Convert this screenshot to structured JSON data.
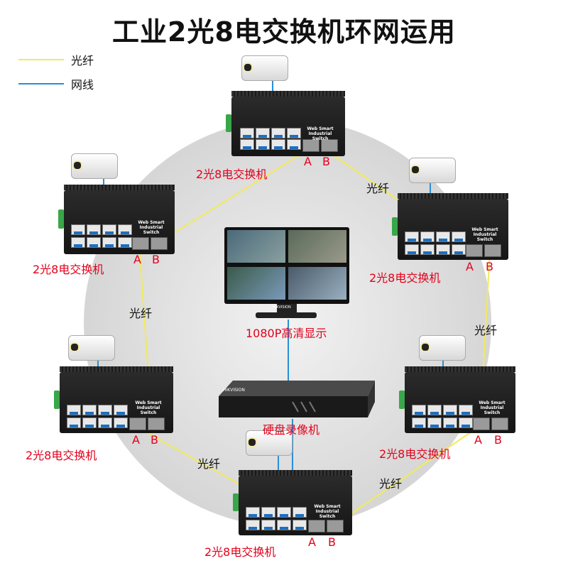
{
  "title": "工业2光8电交换机环网运用",
  "legend": [
    {
      "label": "光纤",
      "color": "#f2ea5a"
    },
    {
      "label": "网线",
      "color": "#2a8ed8"
    }
  ],
  "switch_label": "2光8电交换机",
  "switch_brand_line1": "Web Smart",
  "switch_brand_line2": "Industrial Switch",
  "port_a": "A",
  "port_b": "B",
  "fiber_label": "光纤",
  "monitor_label": "1080P高清显示",
  "monitor_brand": "HIKVISION",
  "nvr_label": "硬盘录像机",
  "nvr_brand": "HIKVISION",
  "colors": {
    "fiber": "#f2ea5a",
    "cable": "#2a8ed8",
    "label_red": "#e3001b"
  }
}
